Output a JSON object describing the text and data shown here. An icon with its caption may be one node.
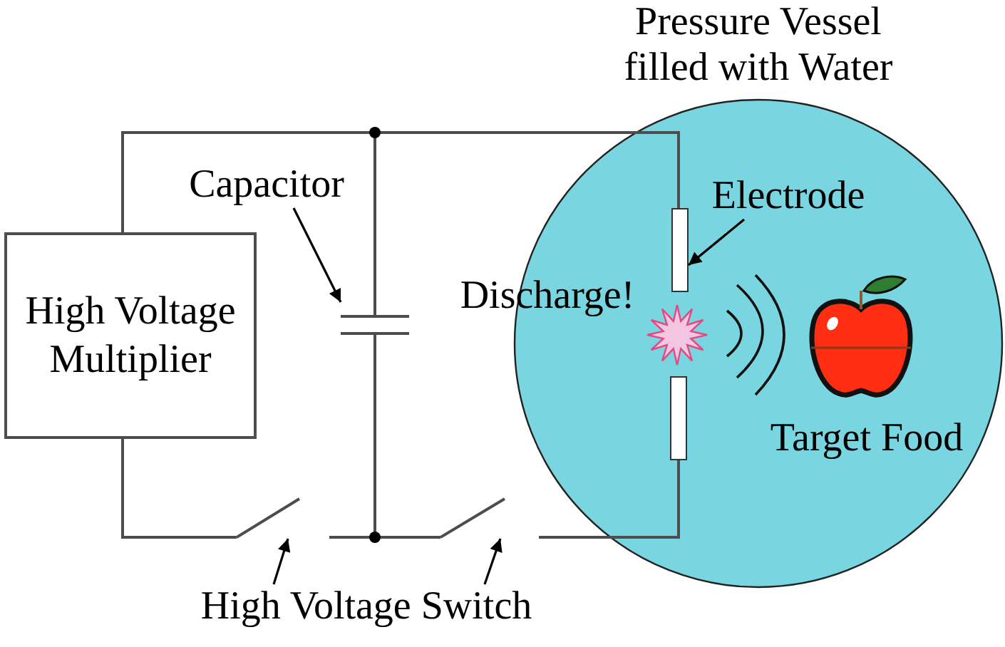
{
  "diagram": {
    "nodes": [
      {
        "text": [
          "High Voltage Multiplier"
        ]
      },
      {
        "text": [
          "Capacitor"
        ]
      },
      {
        "text": [],
        "shape": "capacitor"
      },
      {
        "text": [
          "Pressure Vessel filled with Water"
        ]
      },
      {
        "text": [
          "Electrode"
        ],
        "in": 3
      },
      {
        "text": [],
        "shape": "bar",
        "in": 3
      },
      {
        "text": [],
        "shape": "bar",
        "in": 3
      },
      {
        "text": [],
        "shape": "switch"
      },
      {
        "text": [],
        "shape": "switch"
      },
      {
        "text": [
          "High Voltage Switch"
        ]
      }
    ],
    "edges": [
      {
        "from": 0,
        "to": 5,
        "arrow": "none"
      },
      {
        "from": 0,
        "to": 2,
        "arrow": "none"
      },
      {
        "from": 2,
        "to": 5,
        "arrow": "none"
      },
      {
        "from": 0,
        "to": 7,
        "arrow": "none"
      },
      {
        "from": 7,
        "to": 2,
        "arrow": "none"
      },
      {
        "from": 7,
        "to": 8,
        "arrow": "none"
      },
      {
        "from": 2,
        "to": 8,
        "arrow": "none"
      },
      {
        "from": 8,
        "to": 6,
        "arrow": "none"
      },
      {
        "from": 1,
        "to": 2,
        "arrow": "to",
        "color": "#000000"
      },
      {
        "from": 4,
        "to": 5,
        "arrow": "to",
        "color": "#000000"
      },
      {
        "from": 9,
        "to": 7,
        "arrow": "to",
        "color": "#000000"
      },
      {
        "from": 9,
        "to": 8,
        "arrow": "to",
        "color": "#000000"
      }
    ],
    "labels": [
      "Discharge!",
      "Target Food"
    ]
  }
}
